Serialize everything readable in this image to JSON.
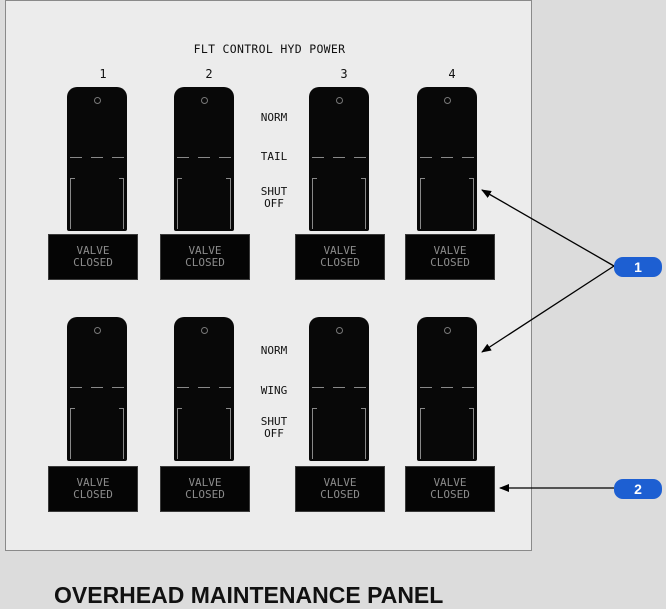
{
  "panel": {
    "title": "FLT CONTROL HYD POWER",
    "channel_numbers": [
      "1",
      "2",
      "3",
      "4"
    ],
    "upper_row": {
      "positions": {
        "norm": "NORM",
        "mode": "TAIL",
        "shut_1": "SHUT",
        "shut_2": "OFF"
      },
      "valves": [
        {
          "line1": "VALVE",
          "line2": "CLOSED"
        },
        {
          "line1": "VALVE",
          "line2": "CLOSED"
        },
        {
          "line1": "VALVE",
          "line2": "CLOSED"
        },
        {
          "line1": "VALVE",
          "line2": "CLOSED"
        }
      ]
    },
    "lower_row": {
      "positions": {
        "norm": "NORM",
        "mode": "WING",
        "shut_1": "SHUT",
        "shut_2": "OFF"
      },
      "valves": [
        {
          "line1": "VALVE",
          "line2": "CLOSED"
        },
        {
          "line1": "VALVE",
          "line2": "CLOSED"
        },
        {
          "line1": "VALVE",
          "line2": "CLOSED"
        },
        {
          "line1": "VALVE",
          "line2": "CLOSED"
        }
      ]
    }
  },
  "callouts": [
    {
      "label": "1"
    },
    {
      "label": "2"
    }
  ],
  "caption": "OVERHEAD MAINTENANCE PANEL",
  "colors": {
    "badge": "#1d5fd2",
    "switch": "#080808",
    "panel": "#ececec",
    "valve_text": "#8b8b8b"
  }
}
